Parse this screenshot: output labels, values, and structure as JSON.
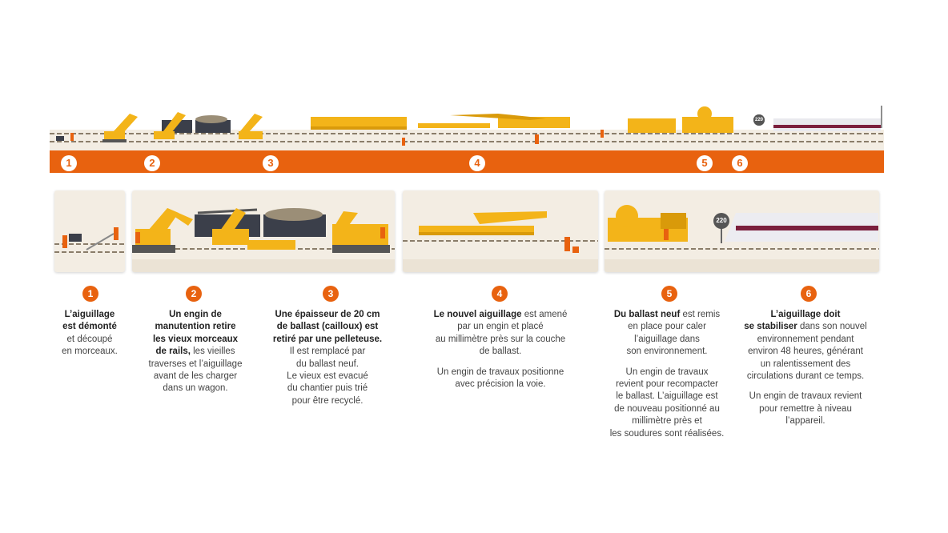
{
  "timeline": {
    "markers": [
      "1",
      "2",
      "3",
      "4",
      "5",
      "6"
    ]
  },
  "signs": {
    "speed_top": "220",
    "speed_panel": "220"
  },
  "steps": [
    {
      "number": "1",
      "lines": [
        {
          "bold": "L’aiguillage",
          "normal": ""
        },
        {
          "bold": "est démonté",
          "normal": ""
        },
        {
          "bold": "",
          "normal": "et découpé"
        },
        {
          "bold": "",
          "normal": "en morceaux."
        }
      ]
    },
    {
      "number": "2",
      "lines": [
        {
          "bold": "Un engin de",
          "normal": ""
        },
        {
          "bold": "manutention retire",
          "normal": ""
        },
        {
          "bold": "les vieux morceaux",
          "normal": ""
        },
        {
          "bold": "de rails,",
          "normal": " les vieilles"
        },
        {
          "bold": "",
          "normal": "traverses et l’aiguillage"
        },
        {
          "bold": "",
          "normal": "avant de les charger"
        },
        {
          "bold": "",
          "normal": "dans un wagon."
        }
      ]
    },
    {
      "number": "3",
      "lines": [
        {
          "bold": "Une épaisseur de 20 cm",
          "normal": ""
        },
        {
          "bold": "de ballast (cailloux) est",
          "normal": ""
        },
        {
          "bold": "retiré par une pelleteuse.",
          "normal": ""
        },
        {
          "bold": "",
          "normal": "Il est remplacé par"
        },
        {
          "bold": "",
          "normal": "du ballast neuf."
        },
        {
          "bold": "",
          "normal": "Le vieux est evacué"
        },
        {
          "bold": "",
          "normal": "du chantier puis trié"
        },
        {
          "bold": "",
          "normal": "pour être recyclé."
        }
      ]
    },
    {
      "number": "4",
      "lines": [
        {
          "bold": "Le nouvel aiguillage",
          "normal": " est amené"
        },
        {
          "bold": "",
          "normal": "par un engin et placé"
        },
        {
          "bold": "",
          "normal": "au millimètre près sur la couche"
        },
        {
          "bold": "",
          "normal": "de ballast."
        },
        {
          "bold": "",
          "normal": "Un engin de travaux positionne",
          "gap": true
        },
        {
          "bold": "",
          "normal": "avec précision la voie."
        }
      ]
    },
    {
      "number": "5",
      "lines": [
        {
          "bold": "Du ballast neuf",
          "normal": " est remis"
        },
        {
          "bold": "",
          "normal": "en place pour caler"
        },
        {
          "bold": "",
          "normal": "l’aiguillage dans"
        },
        {
          "bold": "",
          "normal": "son environnement."
        },
        {
          "bold": "",
          "normal": "Un engin de travaux",
          "gap": true
        },
        {
          "bold": "",
          "normal": "revient pour recompacter"
        },
        {
          "bold": "",
          "normal": "le ballast. L’aiguillage est"
        },
        {
          "bold": "",
          "normal": "de nouveau positionné au"
        },
        {
          "bold": "",
          "normal": "millimètre près et"
        },
        {
          "bold": "",
          "normal": "les soudures sont réalisées."
        }
      ]
    },
    {
      "number": "6",
      "lines": [
        {
          "bold": "L’aiguillage doit",
          "normal": ""
        },
        {
          "bold": "se stabiliser",
          "normal": " dans son nouvel"
        },
        {
          "bold": "",
          "normal": "environnement pendant"
        },
        {
          "bold": "",
          "normal": "environ 48 heures, générant"
        },
        {
          "bold": "",
          "normal": "un ralentissement des"
        },
        {
          "bold": "",
          "normal": "circulations durant ce temps."
        },
        {
          "bold": "",
          "normal": "Un engin de travaux revient",
          "gap": true
        },
        {
          "bold": "",
          "normal": "pour remettre à niveau"
        },
        {
          "bold": "",
          "normal": "l’appareil."
        }
      ]
    }
  ]
}
